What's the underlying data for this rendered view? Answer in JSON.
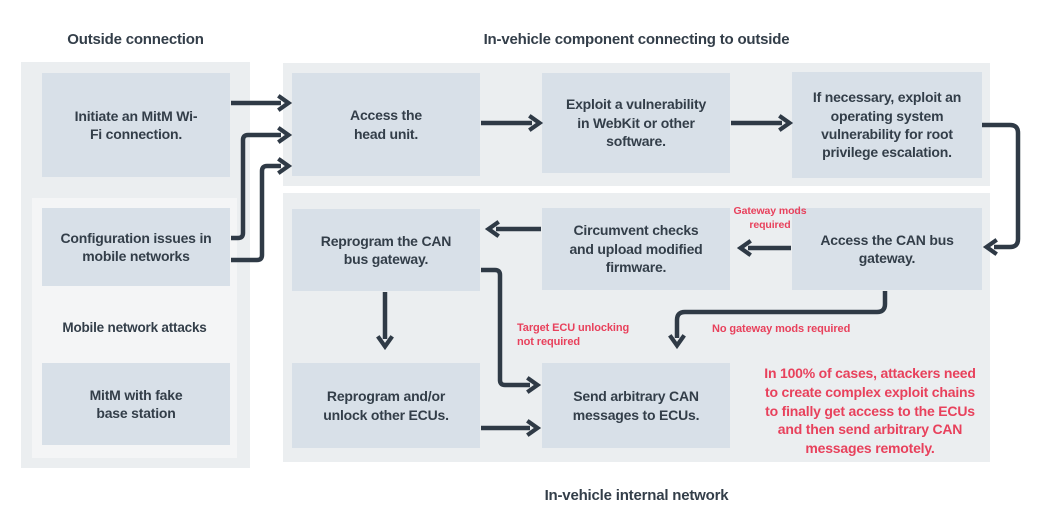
{
  "colors": {
    "ink": "#333e49",
    "line": "#2f3a46",
    "box-fill": "#d8e0e8",
    "container-fill": "#ebeef0",
    "inner-fill": "#f4f5f6",
    "red": "#e8415c",
    "bg": "#ffffff"
  },
  "headers": {
    "outside": "Outside connection",
    "in_vehicle_outside": "In-vehicle component connecting to outside",
    "in_vehicle_internal": "In-vehicle internal network"
  },
  "outside_panel": {
    "initiate_mitm": "Initiate an MitM Wi-Fi connection.",
    "config_issues": "Configuration issues in mobile networks",
    "group_label": "Mobile network attacks",
    "mitm_fake_base": "MitM with fake base station"
  },
  "top_row": {
    "access_head_unit": "Access the head unit.",
    "exploit_webkit": "Exploit a vulnerability in WebKit or other software.",
    "os_root_escalation": "If necessary, exploit an operating system vulnerability for root privilege escalation."
  },
  "bottom_rows": {
    "reprogram_gateway": "Reprogram the CAN bus gateway.",
    "circumvent_checks": "Circumvent checks and upload modified firmware.",
    "access_can_gateway": "Access the CAN bus gateway.",
    "reprogram_ecus": "Reprogram and/or unlock other ECUs.",
    "send_can_messages": "Send arbitrary CAN messages to ECUs."
  },
  "edge_labels": {
    "gateway_mods": "Gateway mods required",
    "no_gateway_mods": "No gateway mods required",
    "target_ecu": "Target ECU unlocking not required"
  },
  "note": {
    "lines": [
      "In 100% of cases, attackers need",
      "to create complex exploit chains",
      "to finally get access to the ECUs",
      "and then send arbitrary CAN",
      "messages remotely."
    ]
  }
}
